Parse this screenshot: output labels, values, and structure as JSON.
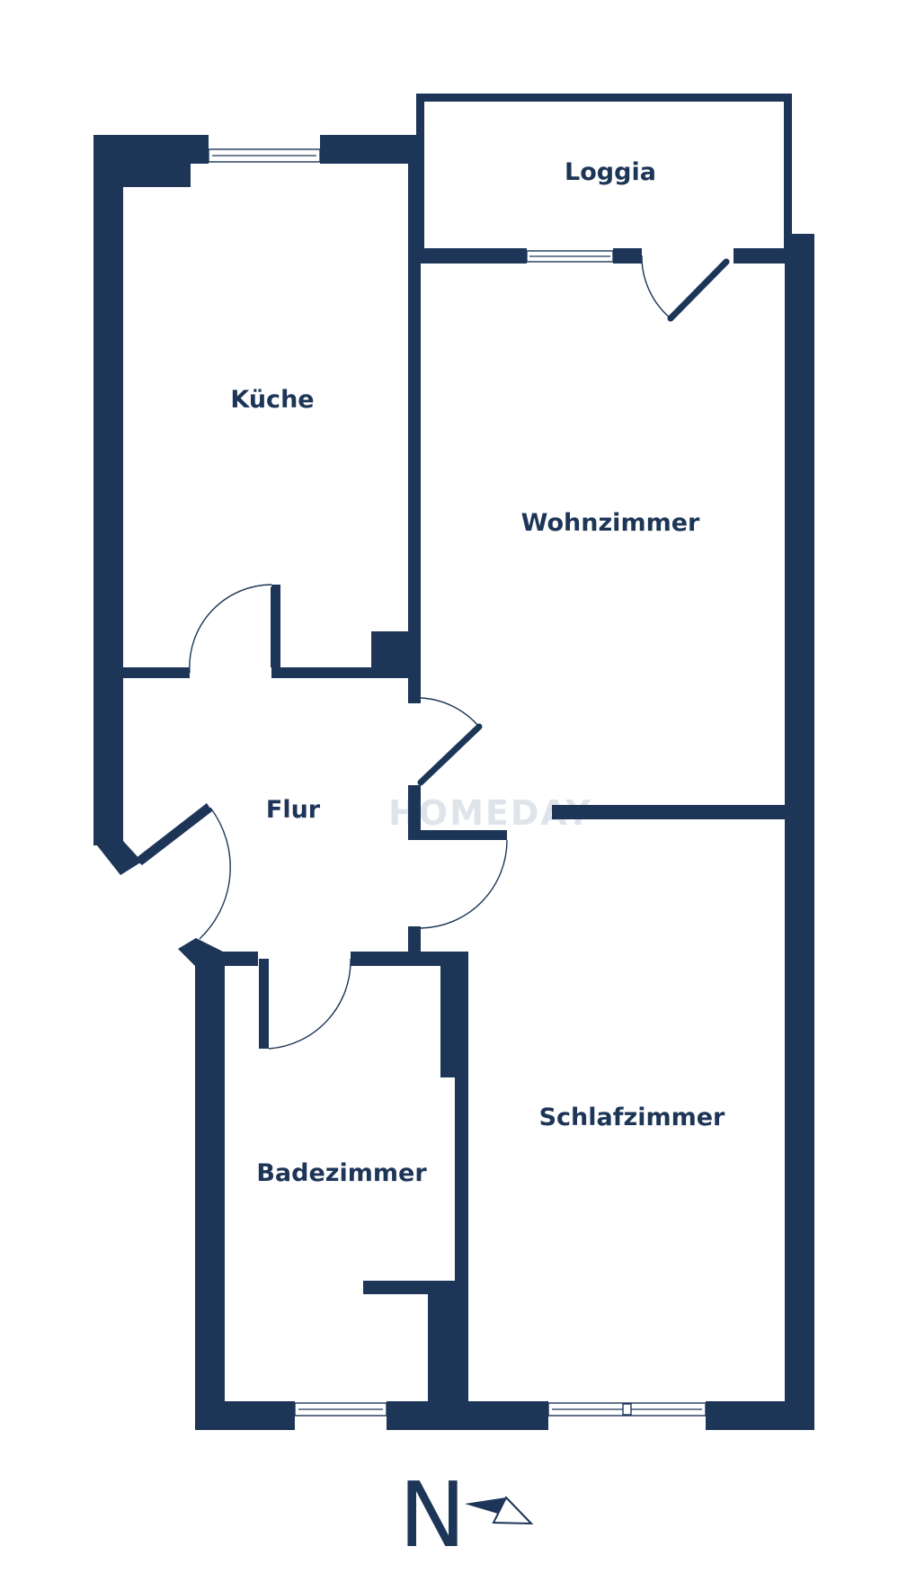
{
  "rooms": {
    "loggia": "Loggia",
    "kueche": "Küche",
    "wohnzimmer": "Wohnzimmer",
    "flur": "Flur",
    "badezimmer": "Badezimmer",
    "schlafzimmer": "Schlafzimmer"
  },
  "watermark": "HOMEDAY",
  "compass": {
    "letter": "N",
    "icon": "north-arrow-icon"
  },
  "colors": {
    "wall": "#1d3557",
    "background": "#ffffff"
  }
}
